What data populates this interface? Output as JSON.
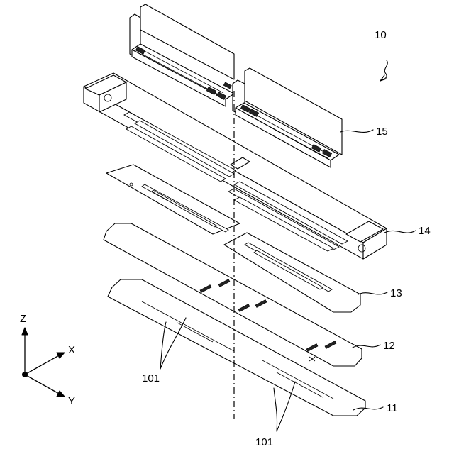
{
  "labels": {
    "assembly": "10",
    "part_15": "15",
    "part_14": "14",
    "part_13": "13",
    "part_12": "12",
    "part_11": "11",
    "part_101_upper": "101",
    "part_101_lower": "101"
  },
  "axes": {
    "z": "Z",
    "x": "X",
    "y": "Y"
  }
}
